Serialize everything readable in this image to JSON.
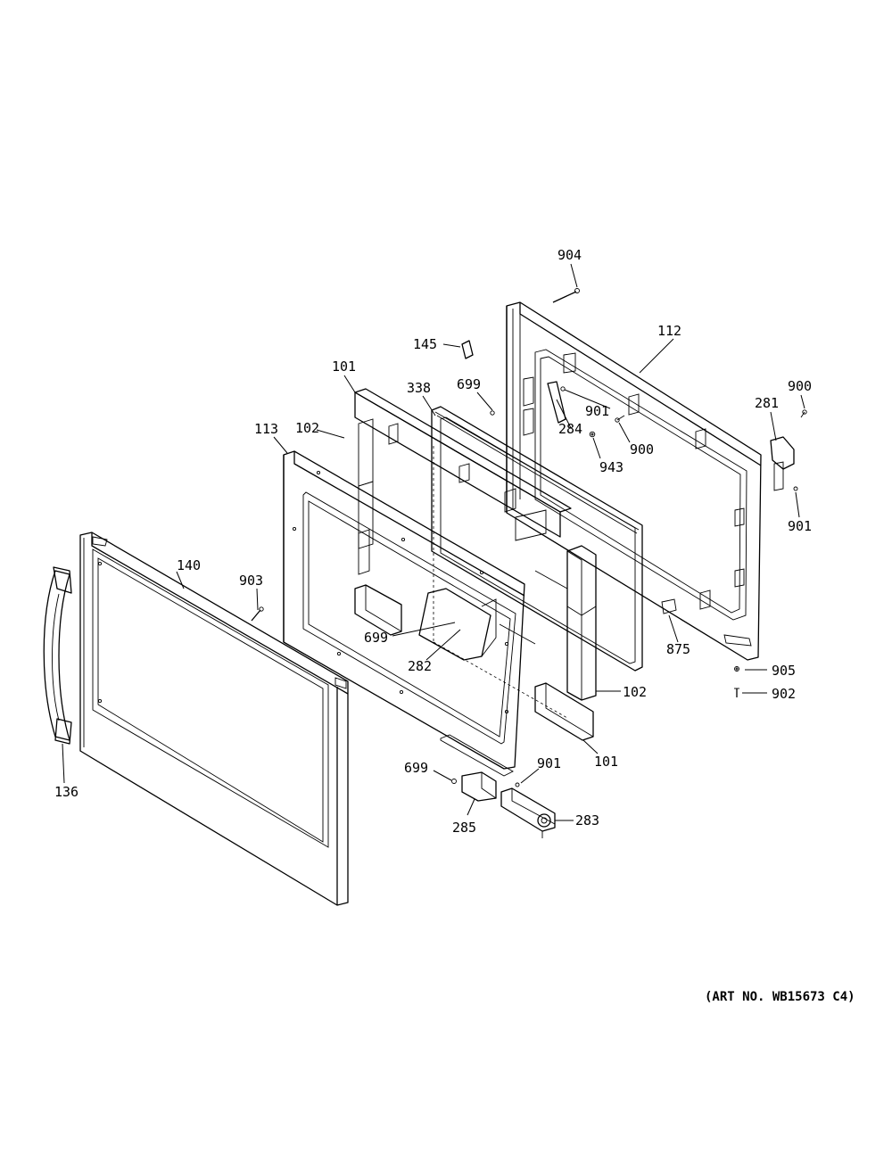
{
  "art_number": "(ART NO. WB15673 C4)",
  "labels": {
    "p904": "904",
    "p145": "145",
    "p112": "112",
    "p699a": "699",
    "p338": "338",
    "p101a": "101",
    "p901a": "901",
    "p900a": "900",
    "p281": "281",
    "p284": "284",
    "p900b": "900",
    "p113": "113",
    "p102a": "102",
    "p943": "943",
    "p901b": "901",
    "p140": "140",
    "p903": "903",
    "p699b": "699",
    "p282": "282",
    "p875": "875",
    "p905": "905",
    "p102b": "102",
    "p902": "902",
    "p101b": "101",
    "p901c": "901",
    "p699c": "699",
    "p136": "136",
    "p283": "283",
    "p285": "285"
  }
}
